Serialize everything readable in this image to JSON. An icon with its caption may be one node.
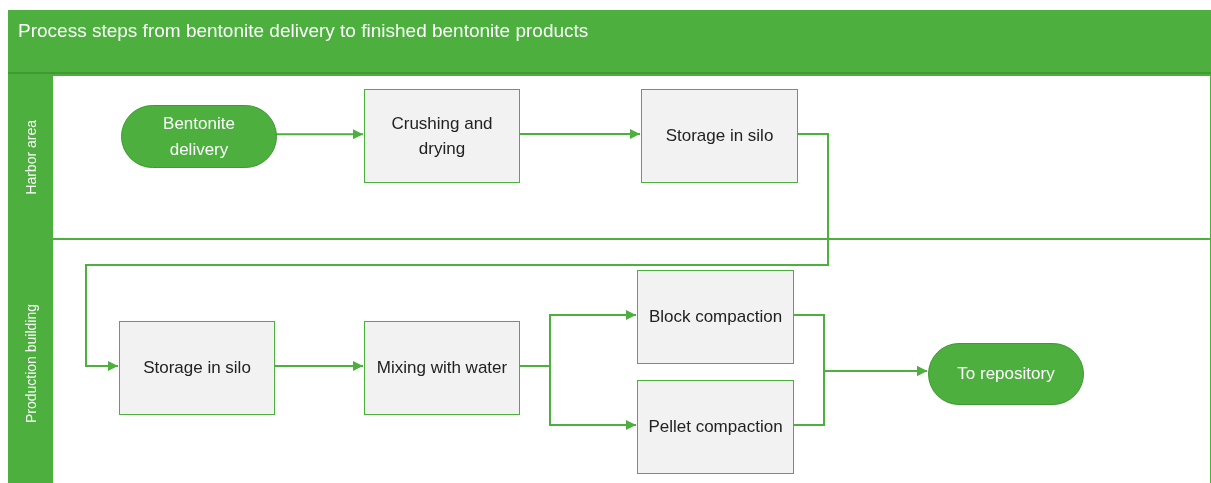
{
  "diagram": {
    "title": "Process steps from bentonite delivery to finished bentonite products",
    "nodes": [
      {
        "text": [
          "Harbor area"
        ]
      },
      {
        "text": [
          "Production building"
        ]
      },
      {
        "text": [
          "Bentonite delivery"
        ],
        "in": 0
      },
      {
        "text": [
          "Crushing and drying"
        ],
        "in": 0
      },
      {
        "text": [
          "Storage in silo"
        ],
        "in": 0
      },
      {
        "text": [
          "Storage in silo"
        ],
        "in": 1
      },
      {
        "text": [
          "Mixing with water"
        ],
        "in": 1
      },
      {
        "text": [
          "Block compaction"
        ],
        "in": 1
      },
      {
        "text": [
          "Pellet compaction"
        ],
        "in": 1
      },
      {
        "text": [
          "To repository"
        ],
        "in": 1
      }
    ],
    "edges": [
      {
        "from": 2,
        "to": 3,
        "arrow": "to"
      },
      {
        "from": 3,
        "to": 4,
        "arrow": "to"
      },
      {
        "from": 4,
        "to": 5,
        "arrow": "to"
      },
      {
        "from": 5,
        "to": 6,
        "arrow": "to"
      },
      {
        "from": 6,
        "to": 7,
        "arrow": "to"
      },
      {
        "from": 6,
        "to": 8,
        "arrow": "to"
      },
      {
        "from": 7,
        "to": 9,
        "arrow": "to"
      },
      {
        "from": 8,
        "to": 9,
        "arrow": "to"
      }
    ]
  }
}
